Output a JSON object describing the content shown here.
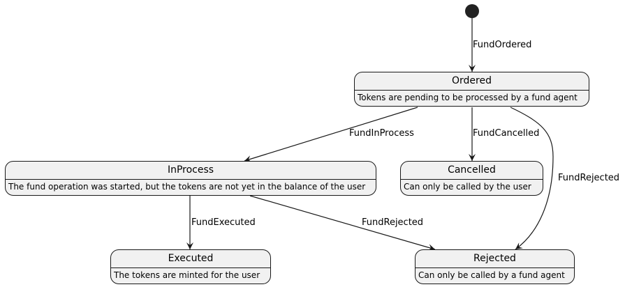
{
  "diagram": {
    "start_node": "initial-state",
    "states": {
      "ordered": {
        "name": "Ordered",
        "description": "Tokens are pending to be processed by a fund agent"
      },
      "inprocess": {
        "name": "InProcess",
        "description": "The fund operation was started, but the tokens are not yet in the balance of the user"
      },
      "cancelled": {
        "name": "Cancelled",
        "description": "Can only be called by the user"
      },
      "executed": {
        "name": "Executed",
        "description": "The tokens are minted for the user"
      },
      "rejected": {
        "name": "Rejected",
        "description": "Can only be called by a fund agent"
      }
    },
    "transitions": {
      "fund_ordered": "FundOrdered",
      "fund_in_process": "FundInProcess",
      "fund_cancelled": "FundCancelled",
      "fund_rejected_from_ordered": "FundRejected",
      "fund_executed": "FundExecuted",
      "fund_rejected_from_inprocess": "FundRejected"
    },
    "colors": {
      "state_fill": "#f1f1f1",
      "stroke": "#181818",
      "start_fill": "#222222"
    }
  }
}
